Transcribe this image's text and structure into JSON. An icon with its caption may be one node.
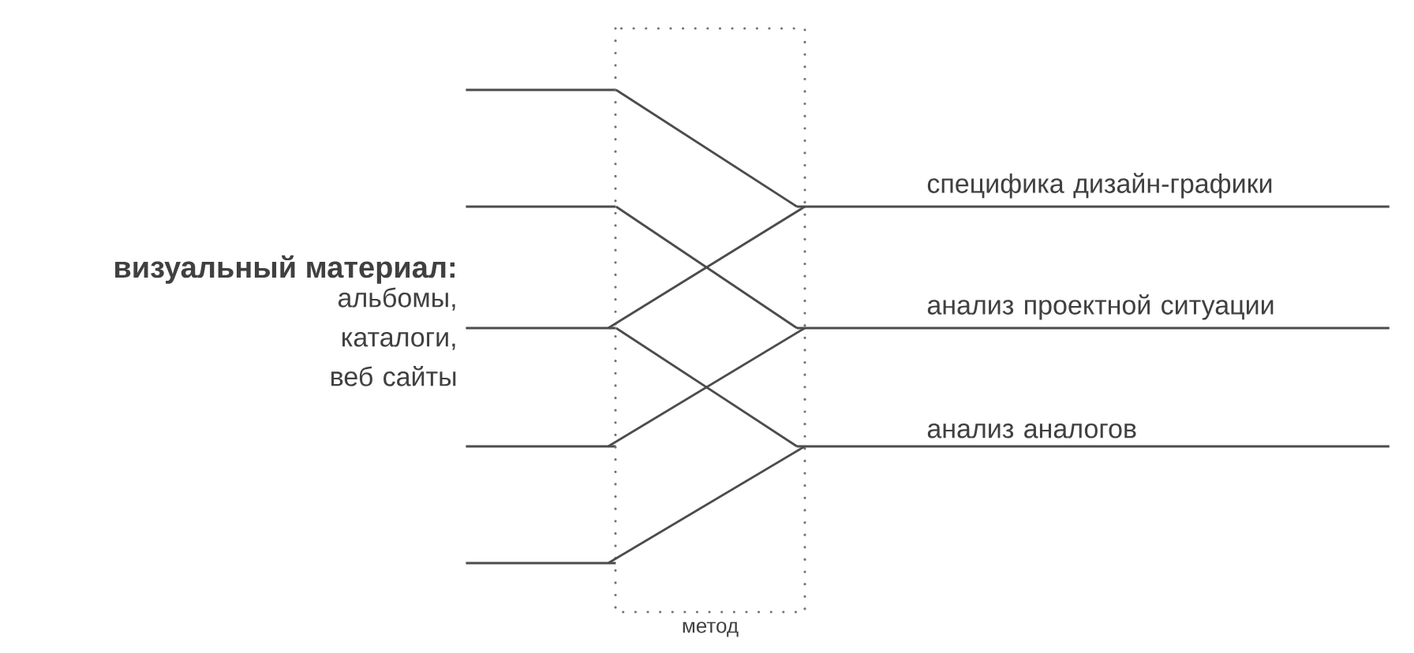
{
  "diagram": {
    "nodes": [
      {
        "text": [],
        "shape": "line"
      },
      {
        "text": [],
        "shape": "line"
      },
      {
        "text": [],
        "shape": "line"
      },
      {
        "text": [],
        "shape": "line"
      },
      {
        "text": [],
        "shape": "line"
      },
      {
        "text": [
          "специфика дизайн-графики"
        ]
      },
      {
        "text": [
          "анализ проектной ситуации"
        ]
      },
      {
        "text": [
          "анализ аналогов"
        ]
      }
    ],
    "edges": [
      {
        "from": 0,
        "to": 5,
        "arrow": "none"
      },
      {
        "from": 1,
        "to": 6,
        "arrow": "none"
      },
      {
        "from": 2,
        "to": 5,
        "arrow": "none"
      },
      {
        "from": 2,
        "to": 7,
        "arrow": "none"
      },
      {
        "from": 3,
        "to": 6,
        "arrow": "none"
      },
      {
        "from": 4,
        "to": 7,
        "arrow": "none"
      }
    ],
    "labels": [
      "визуальный материал:",
      "альбомы, каталоги, веб сайты",
      "метод"
    ]
  }
}
